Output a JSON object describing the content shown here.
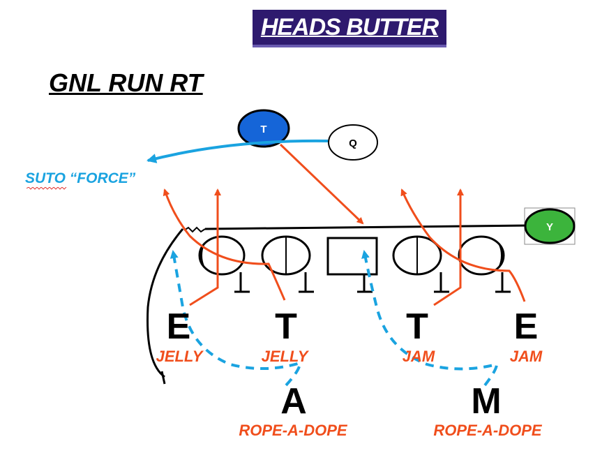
{
  "title": "HEADS BUTTER",
  "play_name": "GNL RUN RT",
  "safety_call": "SUTO “FORCE”",
  "offense": {
    "tackle_marker": "T",
    "quarterback": "Q",
    "tight_end": "Y"
  },
  "defense": {
    "left_end": {
      "letter": "E",
      "tech": "JELLY"
    },
    "left_tackle": {
      "letter": "T",
      "tech": "JELLY"
    },
    "right_tackle": {
      "letter": "T",
      "tech": "JAM"
    },
    "right_end": {
      "letter": "E",
      "tech": "JAM"
    },
    "a_backer": {
      "letter": "A",
      "tech": "ROPE-A-DOPE"
    },
    "m_backer": {
      "letter": "M",
      "tech": "ROPE-A-DOPE"
    }
  },
  "colors": {
    "title_bg": "#2e1a6e",
    "route_orange": "#f04e1c",
    "route_blue": "#1aa3e0",
    "tackle_blue": "#1565d8",
    "tight_end_green": "#3cb43c"
  }
}
